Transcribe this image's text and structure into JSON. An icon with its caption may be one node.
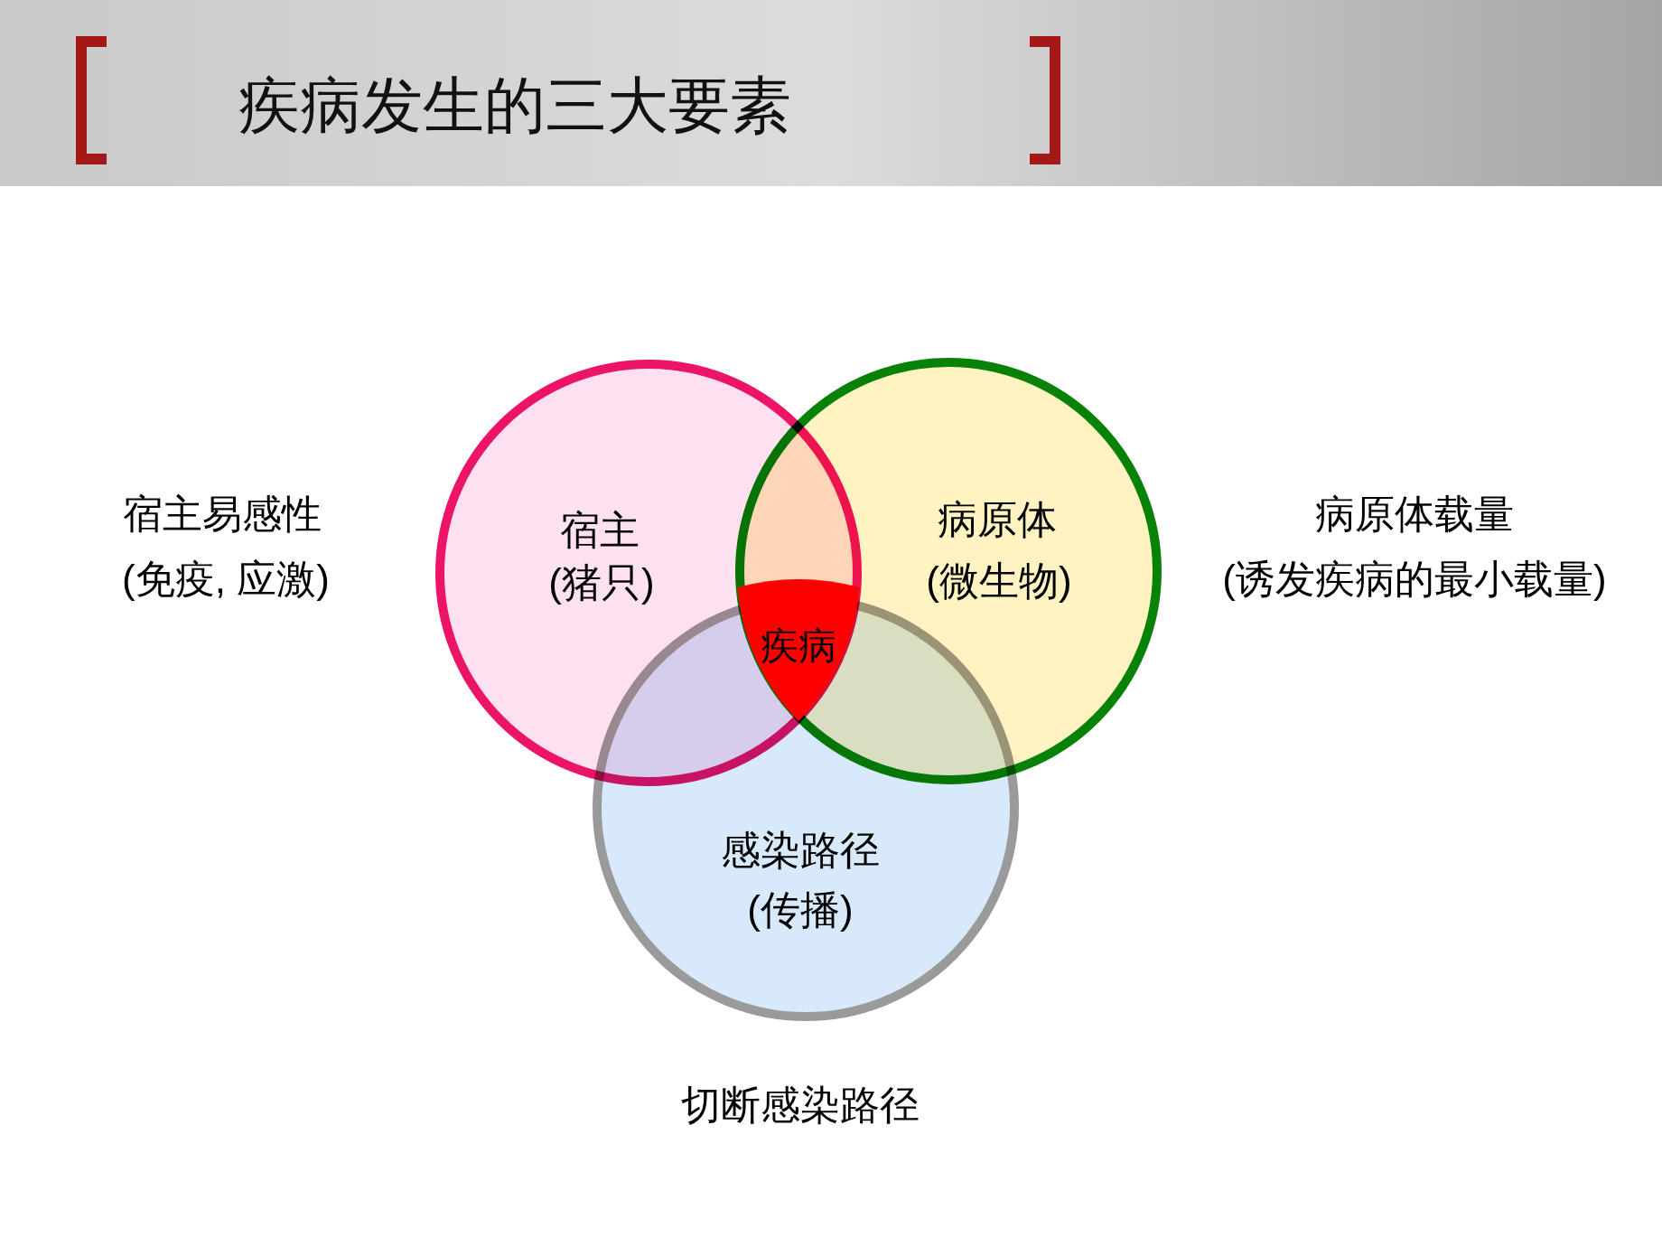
{
  "diagram": {
    "title": "疾病发生的三大要素",
    "nodes": [
      {
        "text": [
          "宿主",
          "(猪只)"
        ],
        "beside": [
          "宿主易感性",
          "(免疫, 应激)"
        ]
      },
      {
        "text": [
          "病原体",
          "(微生物)"
        ],
        "beside": [
          "病原体载量",
          "(诱发疾病的最小载量)"
        ]
      },
      {
        "text": [
          "感染路径",
          "(传播)"
        ],
        "beside": [
          "切断感染路径"
        ]
      },
      {
        "text": [
          "疾病"
        ]
      }
    ]
  }
}
